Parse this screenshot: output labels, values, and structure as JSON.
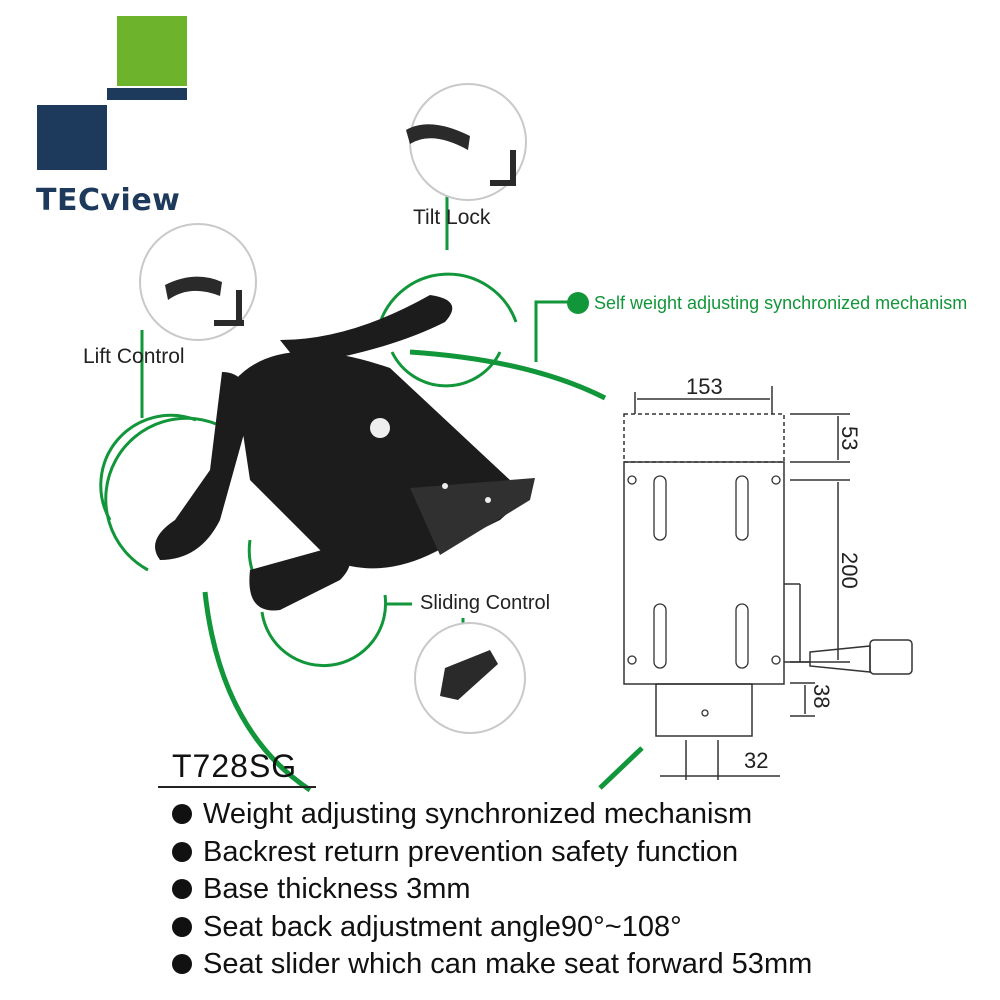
{
  "brand": {
    "name": "TECview",
    "color_green": "#6db32b",
    "color_navy": "#1d3a5c"
  },
  "model": "T728SG",
  "controls": {
    "tilt_lock": "Tilt Lock",
    "lift_control": "Lift Control",
    "sliding_control": "Sliding Control",
    "mechanism": "Self weight adjusting synchronized mechanism"
  },
  "dimensions": {
    "width_top": "153",
    "slide": "53",
    "hole_spacing": "200",
    "height_lower": "38",
    "base_width": "32"
  },
  "features": [
    "Weight adjusting synchronized mechanism",
    "Backrest return prevention safety function",
    "Base thickness 3mm",
    "Seat back adjustment angle90°~108°",
    "Seat slider which can make seat forward 53mm"
  ],
  "colors": {
    "accent_green": "#12963a",
    "line_dark": "#222222",
    "part_black": "#1c1c1c"
  },
  "icons": [
    "tilt-lock-icon",
    "lift-control-icon",
    "sliding-control-icon",
    "mechanism-bullet-icon"
  ]
}
